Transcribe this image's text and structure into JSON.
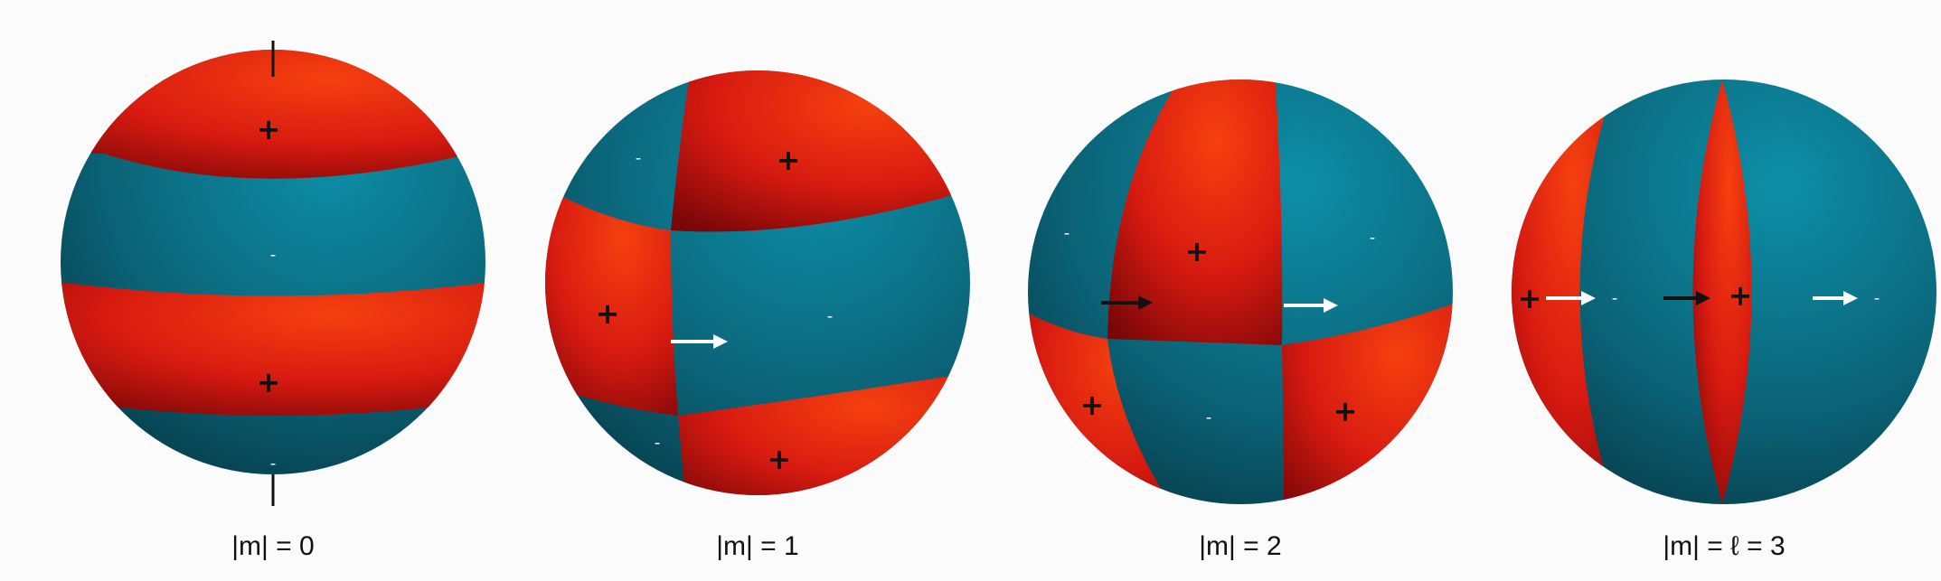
{
  "colors": {
    "positive": "#e8200c",
    "negative": "#0b6e84",
    "background": "#fbfbfb",
    "plus_mark": "#111111",
    "minus_mark": "#ffffff"
  },
  "signs": {
    "plus": "+",
    "minus": "-"
  },
  "panels": [
    {
      "label": "|m| = 0"
    },
    {
      "label": "|m| = 1"
    },
    {
      "label": "|m| = 2"
    },
    {
      "label": "|m| = ℓ = 3"
    }
  ]
}
